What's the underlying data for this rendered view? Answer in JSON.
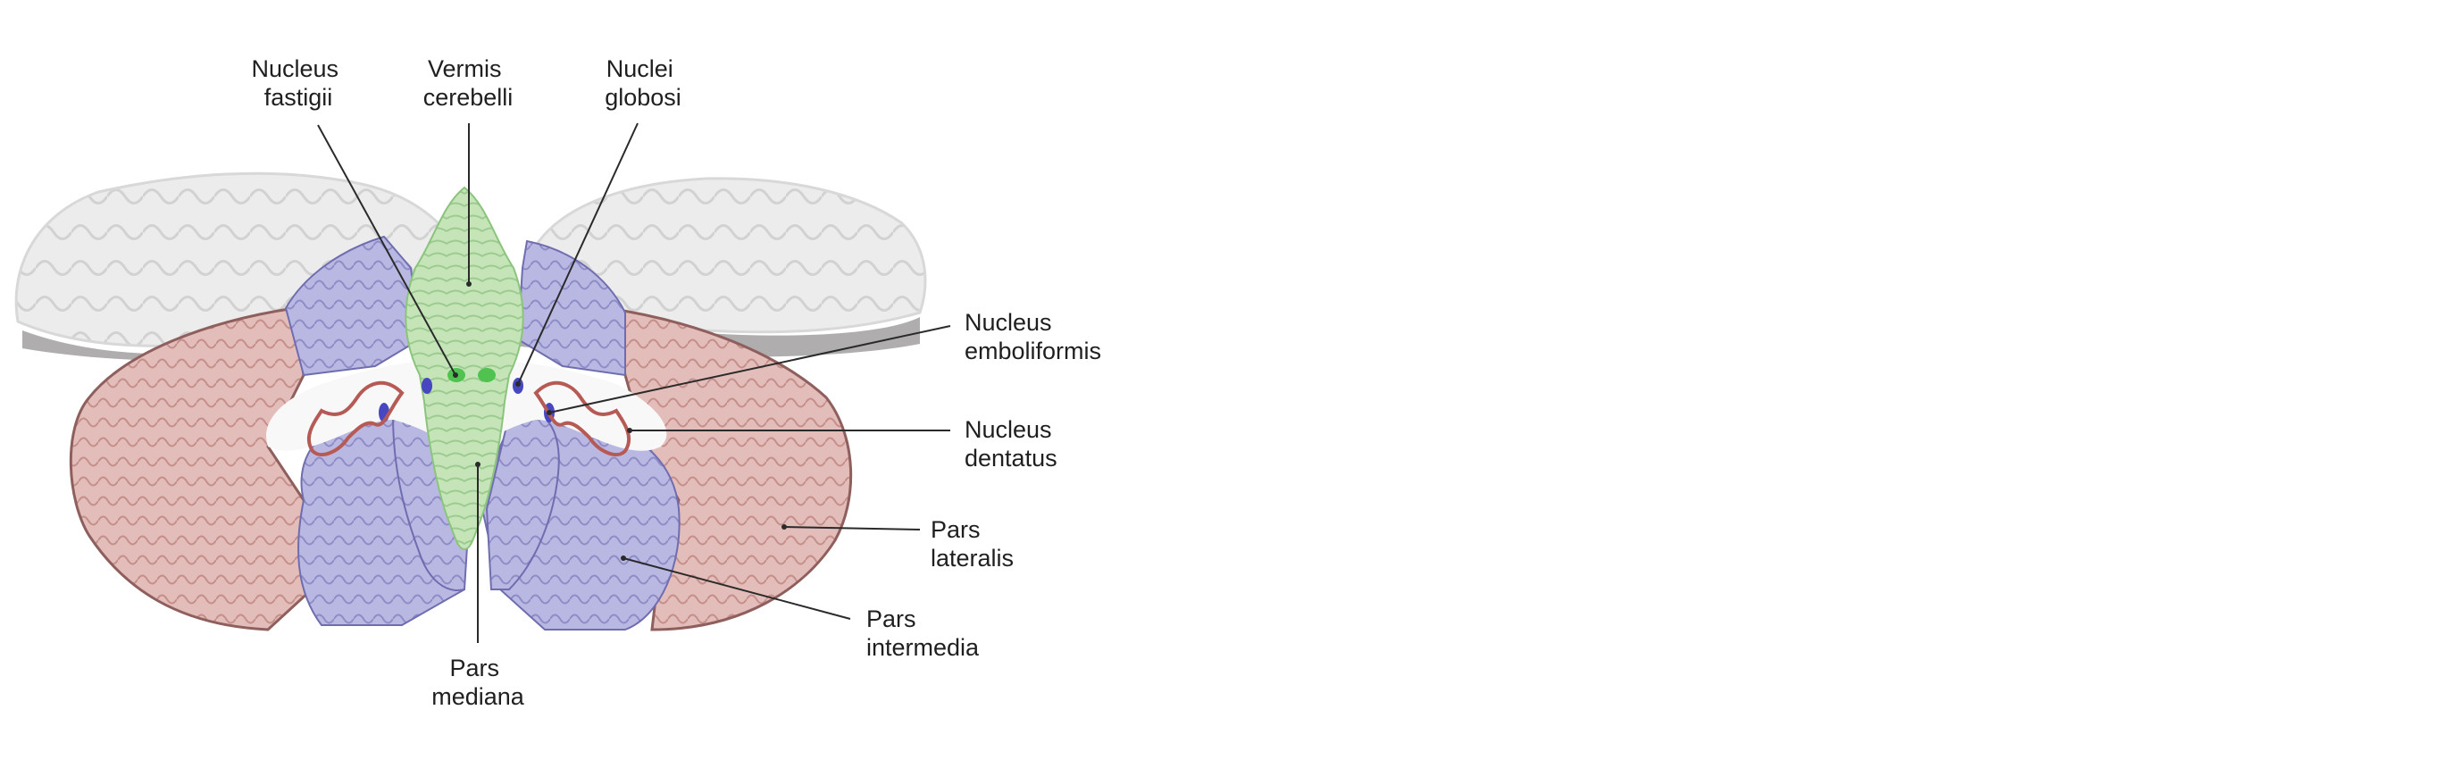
{
  "labels": {
    "nucleus_fastigii": [
      "Nucleus",
      "fastigii"
    ],
    "vermis_cerebelli": [
      "Vermis",
      "cerebelli"
    ],
    "nuclei_globosi": [
      "Nuclei",
      "globosi"
    ],
    "nucleus_emboliformis": [
      "Nucleus",
      "emboliformis"
    ],
    "nucleus_dentatus": [
      "Nucleus",
      "dentatus"
    ],
    "pars_lateralis": [
      "Pars",
      "lateralis"
    ],
    "pars_intermedia": [
      "Pars",
      "intermedia"
    ],
    "pars_mediana": [
      "Pars",
      "mediana"
    ]
  },
  "colors": {
    "pars_lateralis": "#e3bdb9",
    "pars_intermedia": "#b9b8e2",
    "vermis": "#c5e5b9",
    "nuclei_green": "#4fc24f",
    "nuclei_blue": "#4747c2",
    "dentate": "#b65a55",
    "white_matter": "#f8f8f8",
    "cerebrum": "#e9e9e9"
  }
}
